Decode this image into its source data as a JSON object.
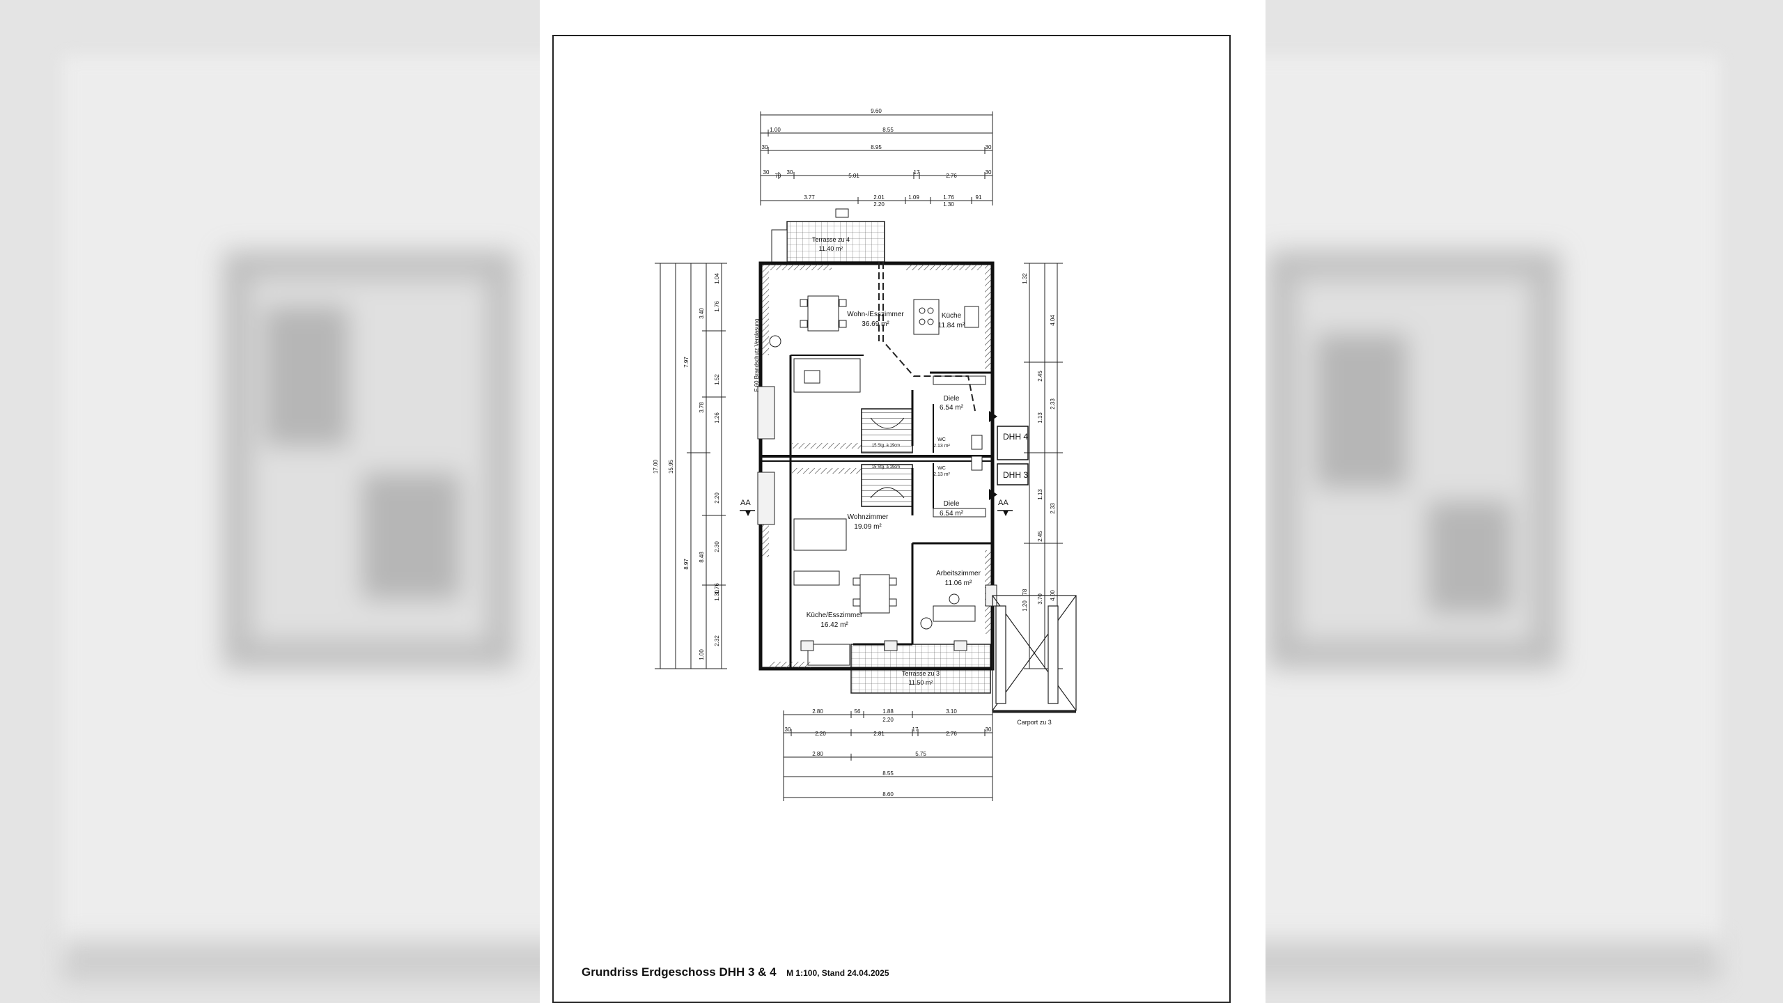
{
  "sheet": {
    "title": "Grundriss Erdgeschoss DHH 3 & 4",
    "scale_date": "M 1:100, Stand 24.04.2025"
  },
  "rooms": {
    "wohn_ess": "Wohn-/Esszimmer",
    "wohn_ess_area": "36.69 m²",
    "kueche": "Küche",
    "kueche_area": "11.84 m²",
    "diele_top": "Diele",
    "diele_top_area": "6.54 m²",
    "wc_top": "WC",
    "wc_top_area": "2.13 m²",
    "wc_bottom": "WC",
    "wc_bottom_area": "2.13 m²",
    "diele_bottom": "Diele",
    "diele_bottom_area": "6.54 m²",
    "wohnzimmer": "Wohnzimmer",
    "wohnzimmer_area": "19.09 m²",
    "arbeitszimmer": "Arbeitszimmer",
    "arbeitszimmer_area": "11.06 m²",
    "kueche_ess": "Küche/Esszimmer",
    "kueche_ess_area": "16.42 m²",
    "terrasse4": "Terrasse zu 4",
    "terrasse4_area": "11.40 m²",
    "terrasse3": "Terrasse zu 3",
    "terrasse3_area": "11.50 m²",
    "carport3": "Carport zu 3"
  },
  "labels": {
    "dhh4": "DHH 4",
    "dhh3": "DHH 3",
    "section_left": "AA",
    "section_right": "AA",
    "fire_wall": "F 60 Brandschutz Verglasung",
    "stairs_top": "15 Stg. à 19cm",
    "stairs_bottom": "15 Stg. à 19cm"
  },
  "dims": {
    "top": [
      "9.60",
      "1.00",
      "8.55",
      "30",
      "8.95",
      "30",
      "30",
      "70",
      "30",
      "5.01",
      "17",
      "2.76",
      "30",
      "3.77",
      "2.01",
      "1.09",
      "1.76",
      "91",
      "2.20",
      "1.30"
    ],
    "bottom": [
      "2.80",
      "56",
      "1.88",
      "3.10",
      "2.20",
      "30",
      "2.20",
      "2.81",
      "17",
      "2.76",
      "30",
      "2.80",
      "5.75",
      "8.55",
      "8.60"
    ],
    "left_total": "17.00",
    "left_inner": "15.95",
    "left_a": "7.97",
    "left_b": "8.97",
    "left_c": "8.48",
    "left_parts": [
      "3.40",
      "3.78",
      "2.20",
      "1.52",
      "1.26",
      "2.30",
      "1.30",
      "1.76",
      "1.00",
      "2.32",
      "1.04",
      "1.76"
    ],
    "right_parts": [
      "1.32",
      "4.04",
      "2.45",
      "2.33",
      "1.13",
      "2.45",
      "2.33",
      "1.13",
      "1.20",
      "3.70",
      "4.00",
      "78"
    ]
  }
}
